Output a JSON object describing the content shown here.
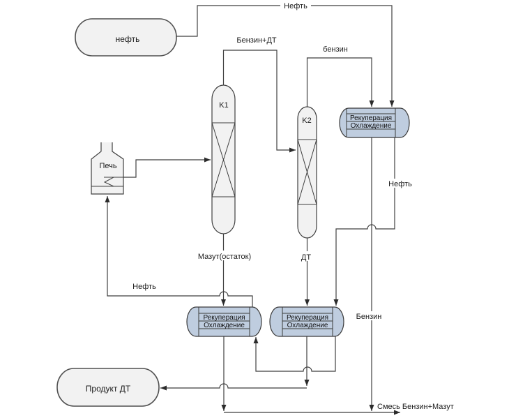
{
  "diagram": {
    "colors": {
      "background": "#ffffff",
      "line": "#3f3f3f",
      "vessel_fill": "#f2f2f2",
      "vessel_stroke": "#4f4f4f",
      "exchanger_fill": "#bfcddf",
      "text": "#1b1b1b"
    },
    "nodes": {
      "feed_tank_label": "нефть",
      "furnace_label": "Печь",
      "column1_label": "K1",
      "column2_label": "K2",
      "exchanger_row1": "Рекуперация",
      "exchanger_row2": "Охлаждение",
      "product_tank_label": "Продукт ДТ"
    },
    "streams": {
      "neft_top": "Нефть",
      "benzin_dt": "Бензин+ДТ",
      "benzin": "бензин",
      "neft_right": "Нефть",
      "mazut": "Мазут(остаток)",
      "dt": "ДТ",
      "neft_recycle": "Нефть",
      "benzin_right": "Бензин",
      "mix": "Смесь Бензин+Мазут"
    }
  }
}
